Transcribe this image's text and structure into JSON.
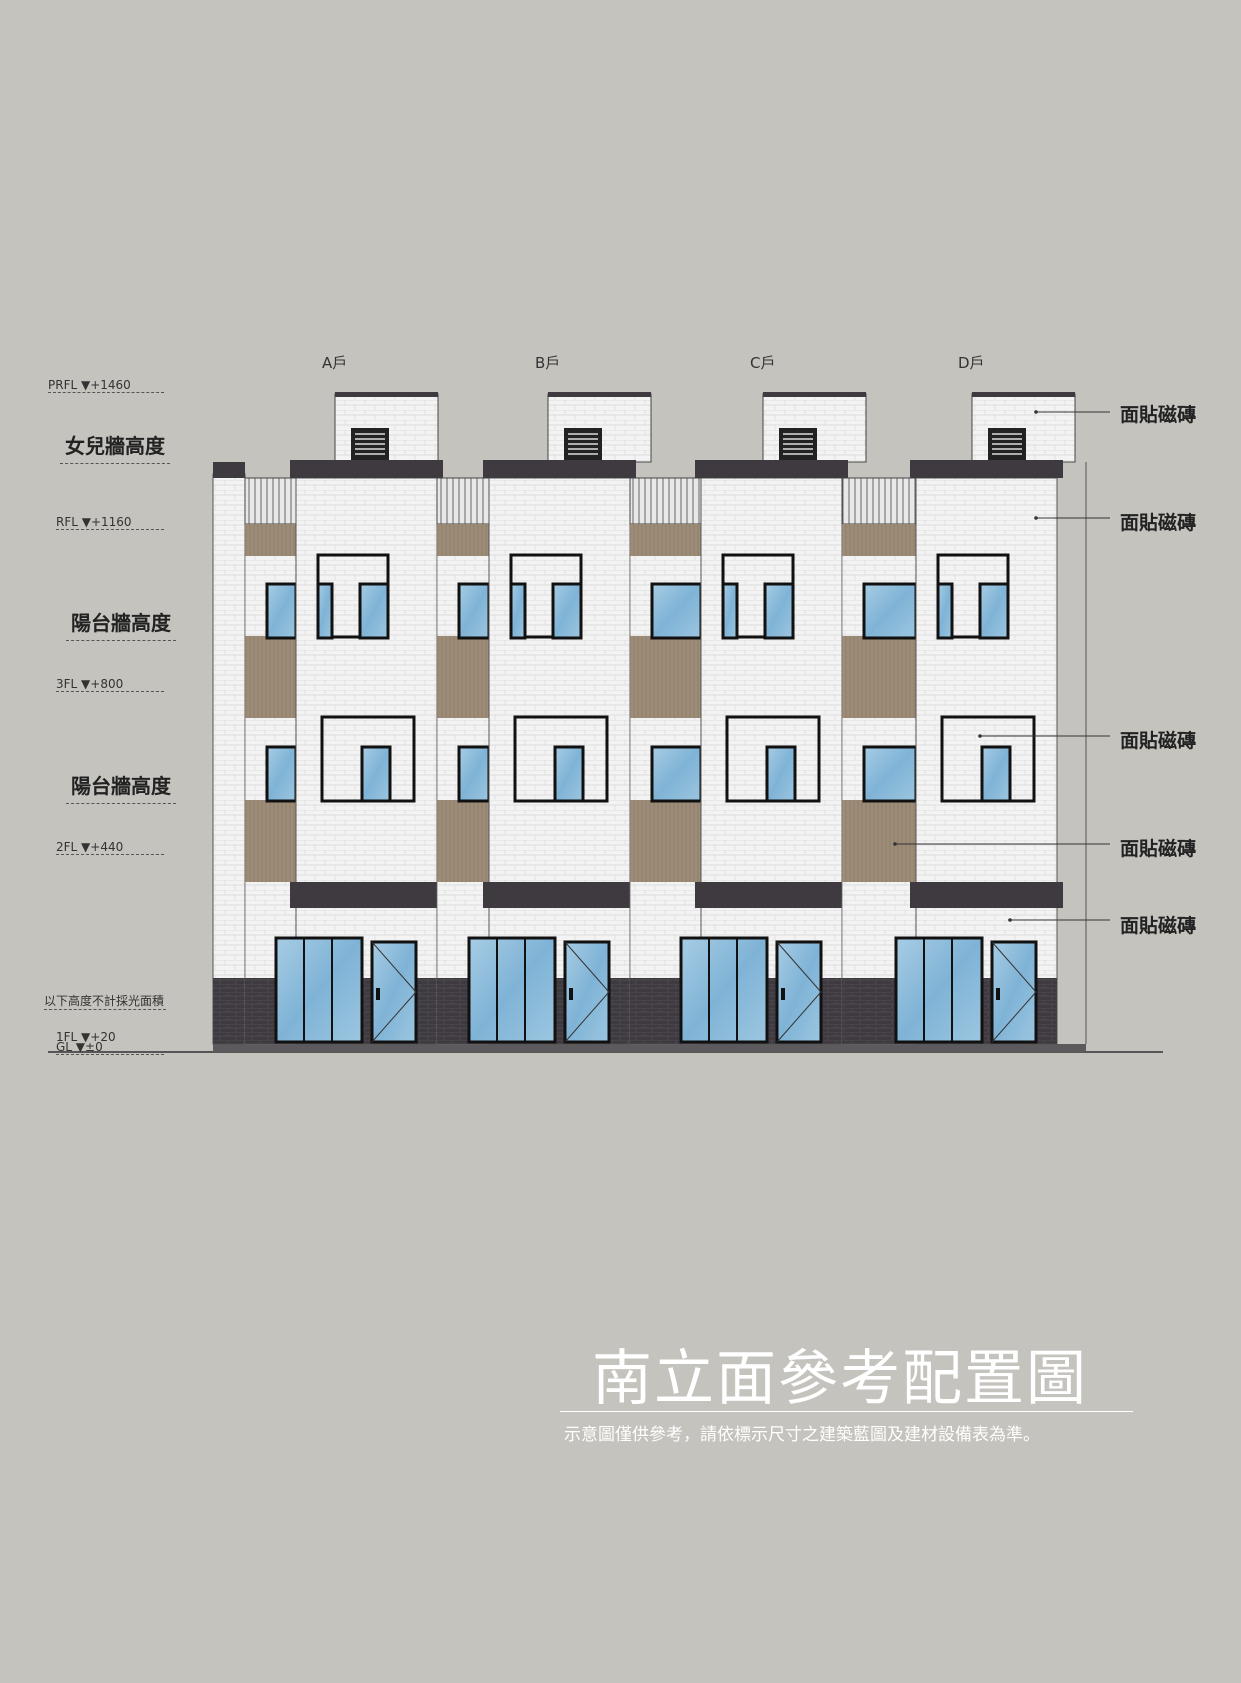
{
  "units": [
    {
      "label": "A戶"
    },
    {
      "label": "B戶"
    },
    {
      "label": "C戶"
    },
    {
      "label": "D戶"
    }
  ],
  "levels": {
    "prfl": "PRFL ▼+1460",
    "rfl": "RFL ▼+1160",
    "fl3": "3FL ▼+800",
    "fl2": "2FL ▼+440",
    "fl1": "1FL ▼+20",
    "gl": "GL ▼±0"
  },
  "zones": {
    "parapet": "女兒牆高度",
    "balcony_upper": "陽台牆高度",
    "balcony_lower": "陽台牆高度",
    "below_note": "以下高度不計採光面積"
  },
  "callouts": [
    "面貼磁磚",
    "面貼磁磚",
    "面貼磁磚",
    "面貼磁磚",
    "面貼磁磚"
  ],
  "title": "南立面參考配置圖",
  "caption": "示意圖僅供參考，請依標示尺寸之建築藍圖及建材設備表為準。",
  "colors": {
    "background": "#c5c3be",
    "wall": "#f1f1f1",
    "dark_band": "#3e3a40",
    "wood": "#9d8c78",
    "glass": "#7fb3d6"
  }
}
